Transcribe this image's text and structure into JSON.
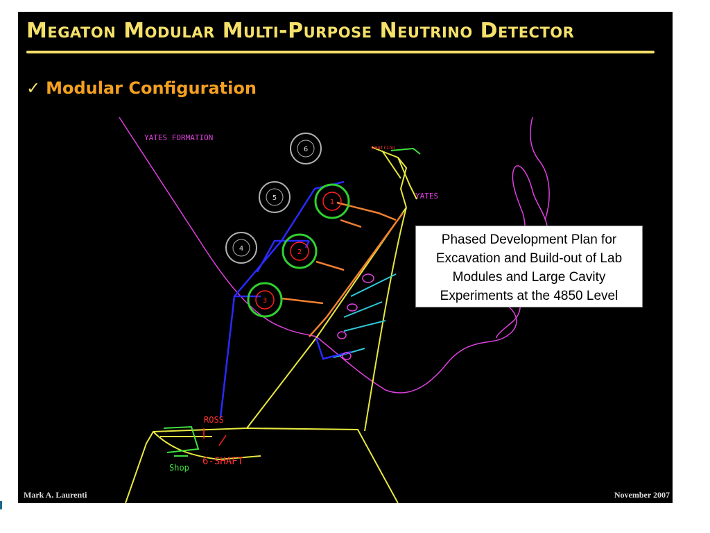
{
  "slide": {
    "title": "Megaton Modular Multi-Purpose Neutrino Detector",
    "subtitle_check": "✓",
    "subtitle": "Modular Configuration",
    "callout": "Phased Development Plan for Excavation and Build-out of Lab Modules and Large Cavity Experiments at the 4850 Level",
    "footer_left": "Mark A. Laurenti",
    "footer_right": "November 2007"
  },
  "map_labels": {
    "yates_formation": "YATES FORMATION",
    "yates": "YATES",
    "neutrino": "Neutrino",
    "ross": "ROSS",
    "shaft": "6-SHAFT",
    "shop": "Shop"
  },
  "modules": [
    {
      "id": "1",
      "status": "built"
    },
    {
      "id": "2",
      "status": "built"
    },
    {
      "id": "3",
      "status": "built"
    },
    {
      "id": "4",
      "status": "future"
    },
    {
      "id": "5",
      "status": "future"
    },
    {
      "id": "6",
      "status": "future"
    }
  ],
  "colors": {
    "background": "#000000",
    "title": "#f5e16a",
    "subtitle": "#f4a020",
    "yates_formation": "#e040e0",
    "drift_yellow": "#e8e840",
    "drift_blue": "#2a2aff",
    "drift_orange": "#f08030",
    "drift_cyan": "#30c8d8",
    "module_green": "#30d030",
    "module_red": "#ff2020",
    "future_gray": "#b0b0b0"
  }
}
